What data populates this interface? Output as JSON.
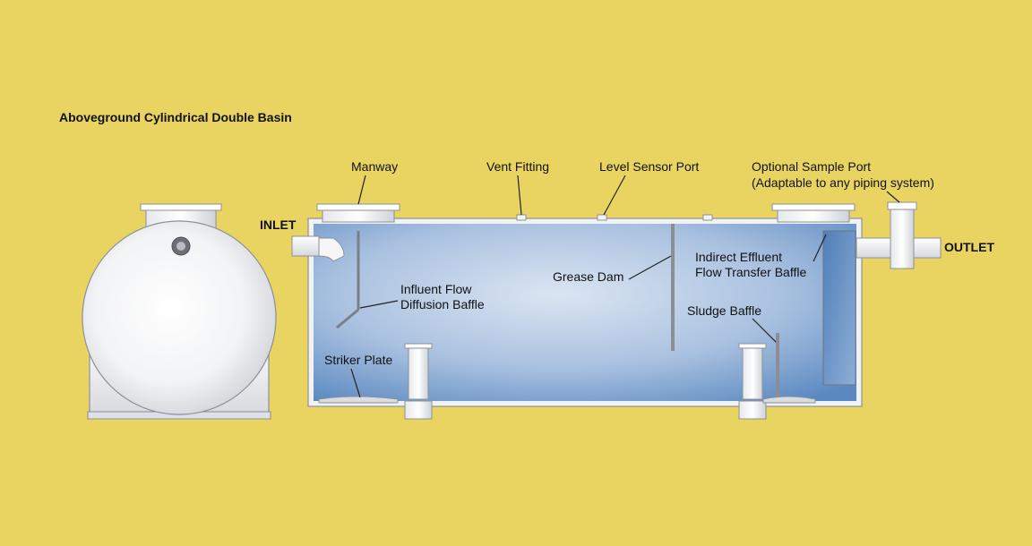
{
  "title": "Aboveground Cylindrical Double Basin",
  "labels": {
    "inlet": "INLET",
    "outlet": "OUTLET",
    "manway": "Manway",
    "vent_fitting": "Vent Fitting",
    "level_sensor_port": "Level Sensor Port",
    "sample_port_line1": "Optional Sample Port",
    "sample_port_line2": "(Adaptable to any piping system)",
    "influent_line1": "Influent Flow",
    "influent_line2": "Diffusion Baffle",
    "grease_dam": "Grease Dam",
    "effluent_line1": "Indirect Effluent",
    "effluent_line2": "Flow Transfer Baffle",
    "sludge_baffle": "Sludge Baffle",
    "striker_plate": "Striker Plate"
  },
  "colors": {
    "background": "#e9d462",
    "tank_water_light": "#cfdcee",
    "tank_water_dark": "#5f8ec2",
    "steel_light": "#ffffff",
    "steel_dark": "#c9cdd3"
  }
}
